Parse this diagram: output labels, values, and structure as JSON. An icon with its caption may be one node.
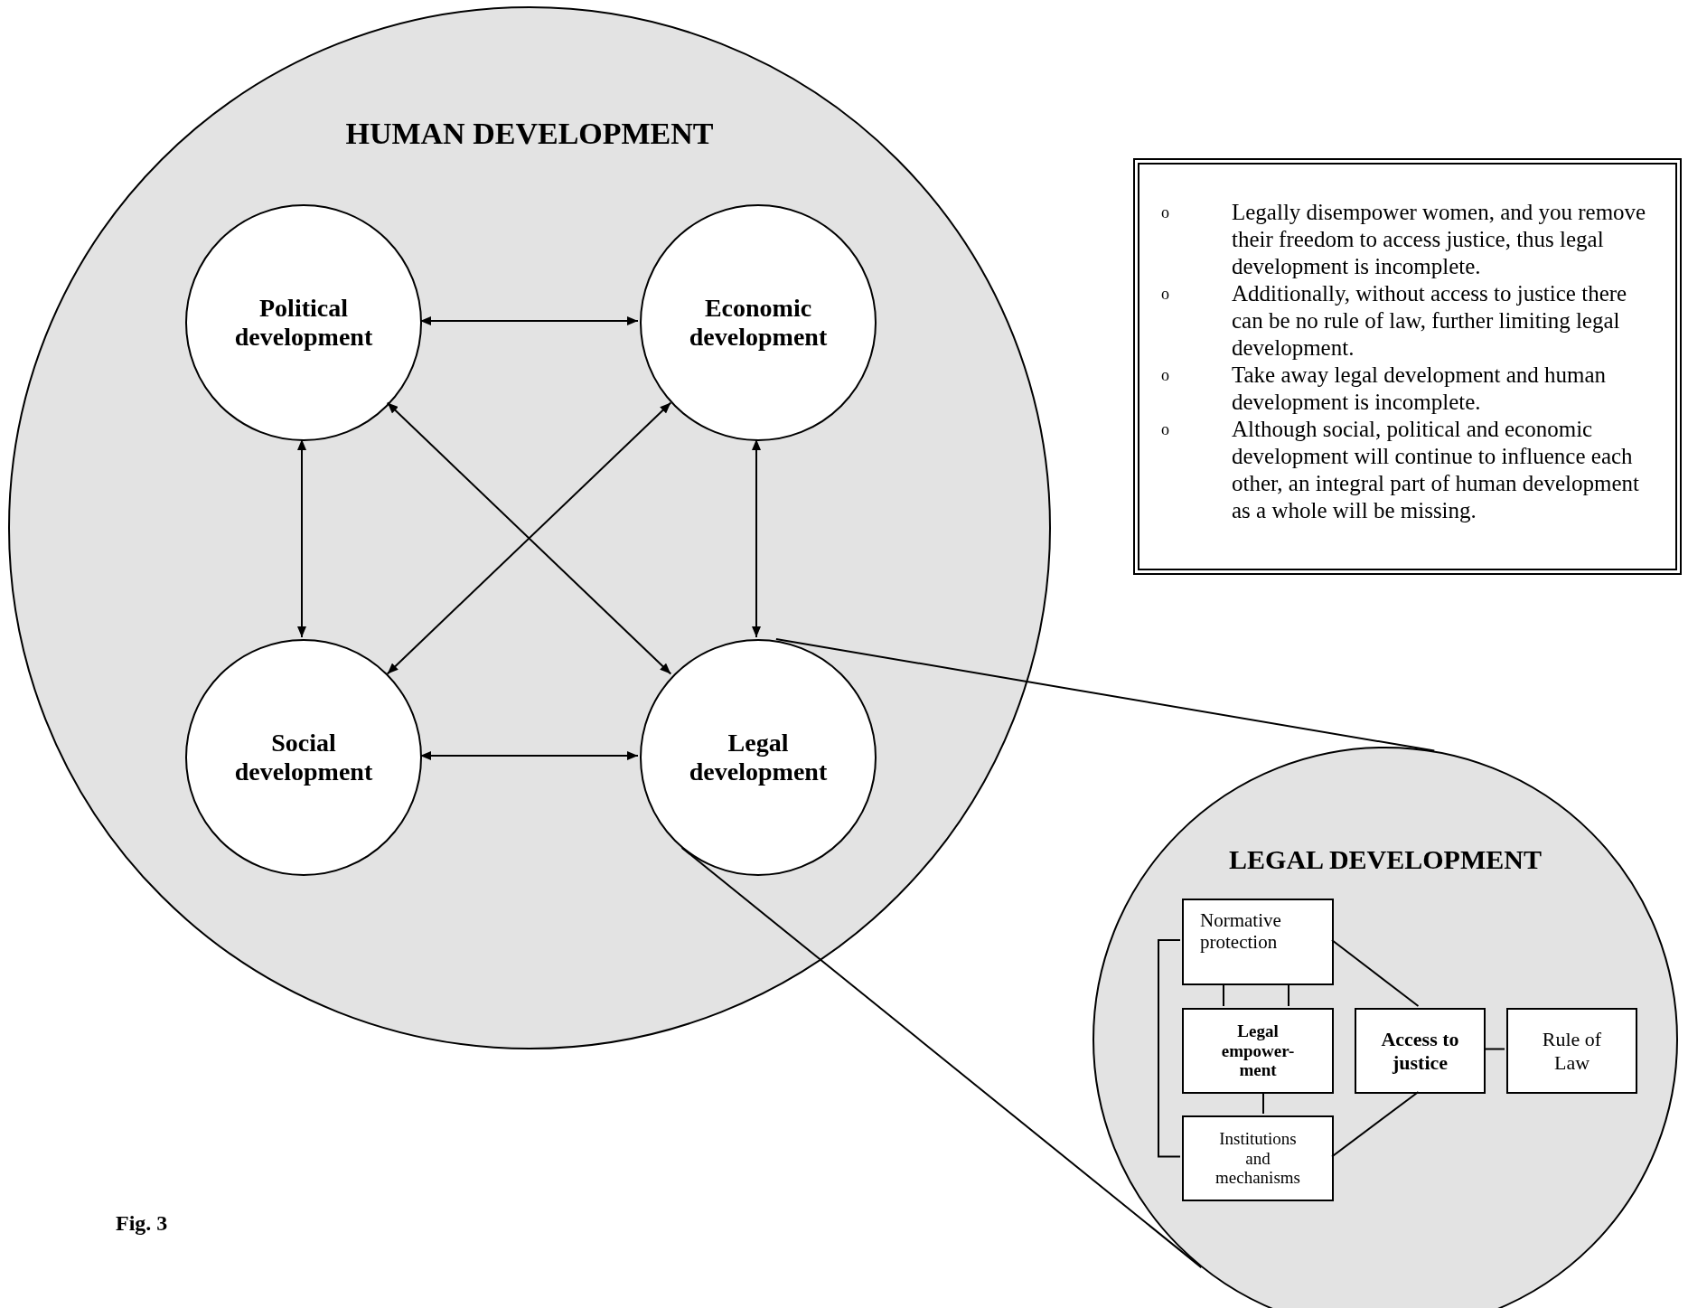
{
  "diagram": {
    "nodes": [
      {
        "text": [
          "HUMAN DEVELOPMENT"
        ]
      },
      {
        "text": [
          "Political development"
        ],
        "in": 0
      },
      {
        "text": [
          "Economic development"
        ],
        "in": 0
      },
      {
        "text": [
          "Social development"
        ],
        "in": 0
      },
      {
        "text": [
          "Legal development"
        ],
        "in": 0
      },
      {
        "text": [
          "Legally disempower women, and you remove their freedom to access justice, thus legal development is incomplete.",
          "Additionally, without access to justice there can be no rule of law, further limiting legal development.",
          "Take away legal development and human development is incomplete.",
          "Although social, political and economic development will continue to influence each other, an integral part of human development as a whole will be missing."
        ]
      },
      {
        "text": [
          "LEGAL DEVELOPMENT"
        ]
      },
      {
        "text": [
          "Normative protection"
        ],
        "in": 6
      },
      {
        "text": [
          "Legal empower-ment"
        ],
        "in": 6
      },
      {
        "text": [
          "Access to justice"
        ],
        "in": 6
      },
      {
        "text": [
          "Rule of Law"
        ],
        "in": 6
      },
      {
        "text": [
          "Institutions and mechanisms"
        ],
        "in": 6
      }
    ],
    "edges": [
      {
        "from": 1,
        "to": 2,
        "arrow": "both"
      },
      {
        "from": 1,
        "to": 3,
        "arrow": "both"
      },
      {
        "from": 1,
        "to": 4,
        "arrow": "both"
      },
      {
        "from": 2,
        "to": 3,
        "arrow": "both"
      },
      {
        "from": 2,
        "to": 4,
        "arrow": "both"
      },
      {
        "from": 3,
        "to": 4,
        "arrow": "both"
      },
      {
        "from": 4,
        "to": 6,
        "arrow": "none"
      },
      {
        "from": 4,
        "to": 6,
        "arrow": "none"
      },
      {
        "from": 7,
        "to": 8,
        "arrow": "none"
      },
      {
        "from": 7,
        "to": 8,
        "arrow": "none"
      },
      {
        "from": 7,
        "to": 9,
        "arrow": "none"
      },
      {
        "from": 7,
        "to": 11,
        "arrow": "none"
      },
      {
        "from": 8,
        "to": 11,
        "arrow": "none"
      },
      {
        "from": 11,
        "to": 9,
        "arrow": "none"
      },
      {
        "from": 9,
        "to": 10,
        "arrow": "none"
      }
    ],
    "labels": [
      "o",
      "o",
      "o",
      "o",
      "Fig. 3"
    ]
  }
}
